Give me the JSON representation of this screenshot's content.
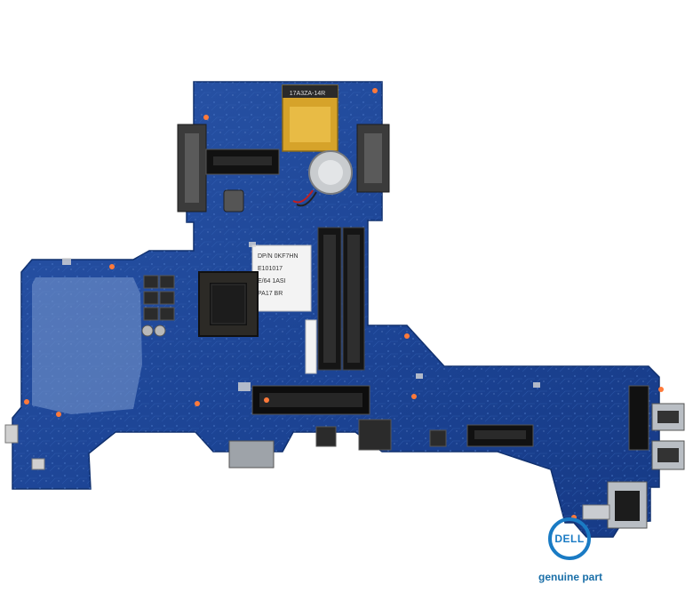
{
  "product": {
    "image_name": "motherboard-photo"
  },
  "board_labels": {
    "sticker_1": "DP/N 0KF7HN",
    "sticker_2": "E101017",
    "sticker_3": "E/64 1ASI",
    "sticker_4": "PA17 BR",
    "slot_label": "17A3ZA-14R"
  },
  "brand": {
    "logo_text": "DELL",
    "tagline": "genuine part",
    "color": "#1a7bc4"
  }
}
